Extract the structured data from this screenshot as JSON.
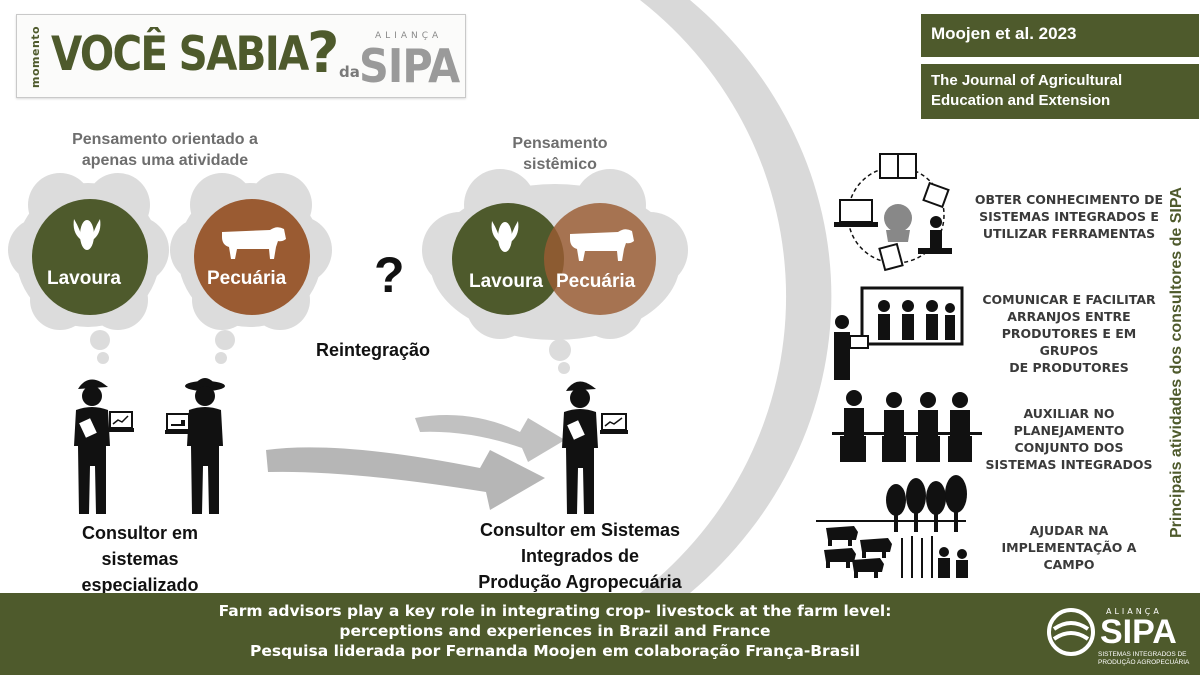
{
  "header": {
    "momento": "momento",
    "title": "VOCÊ SABIA",
    "question_mark": "?",
    "da": "da",
    "alianca": "ALIANÇA",
    "sipa": "SIPA"
  },
  "citation": {
    "authors": "Moojen et al. 2023",
    "journal_line1": "The Journal of Agricultural",
    "journal_line2": "Education and Extension"
  },
  "left_panel": {
    "heading_line1": "Pensamento orientado a",
    "heading_line2": "apenas uma  atividade",
    "circle_crop": "Lavoura",
    "circle_livestock": "Pecuária",
    "consultant_line1": "Consultor em",
    "consultant_line2": "sistemas",
    "consultant_line3": "especializado"
  },
  "middle": {
    "question": "?",
    "reintegration": "Reintegração"
  },
  "center_panel": {
    "heading_line1": "Pensamento",
    "heading_line2": "sistêmico",
    "circle_crop": "Lavoura",
    "circle_livestock": "Pecuária",
    "consultant_line1": "Consultor em Sistemas",
    "consultant_line2": "Integrados de",
    "consultant_line3": "Produção Agropecuária"
  },
  "activities": {
    "title": "Principais atividades dos consultores de SIPA",
    "items": [
      {
        "lines": [
          "OBTER CONHECIMENTO DE",
          "SISTEMAS INTEGRADOS E",
          "UTILIZAR FERRAMENTAS"
        ]
      },
      {
        "lines": [
          "COMUNICAR E FACILITAR",
          "ARRANJOS ENTRE",
          "PRODUTORES E EM GRUPOS",
          "DE PRODUTORES"
        ]
      },
      {
        "lines": [
          "AUXILIAR NO",
          "PLANEJAMENTO",
          "CONJUNTO DOS",
          "SISTEMAS INTEGRADOS"
        ]
      },
      {
        "lines": [
          "AJUDAR NA",
          "IMPLEMENTAÇÃO A",
          "CAMPO"
        ]
      }
    ]
  },
  "footer": {
    "line1": "Farm advisors play a key role in integrating crop- livestock at the farm level:",
    "line2": "perceptions and experiences in Brazil and France",
    "line3": "Pesquisa liderada por Fernanda Moojen em colaboração França-Brasil",
    "logo_alianca": "ALIANÇA",
    "logo_sipa": "SIPA",
    "logo_sub1": "SISTEMAS INTEGRADOS DE",
    "logo_sub2": "PRODUÇÃO AGROPECUÁRIA"
  },
  "colors": {
    "green": "#4e5a2c",
    "brown": "#9a5b32",
    "arc_grey": "#d9d9d9",
    "cloud_grey": "#dcdcdc"
  }
}
